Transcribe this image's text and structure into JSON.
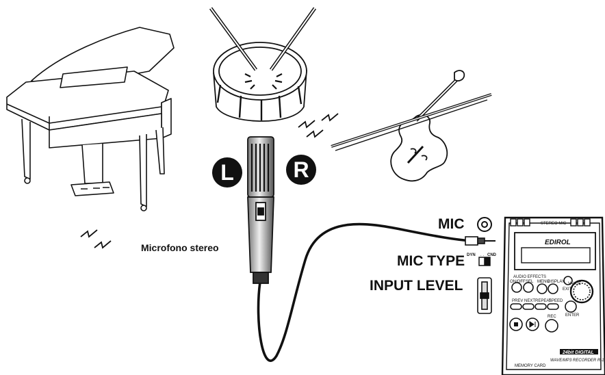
{
  "labels": {
    "mic_caption": "Microfono stereo",
    "mic": "MIC",
    "mic_type": "MIC TYPE",
    "input_level": "INPUT LEVEL",
    "left": "L",
    "right": "R",
    "dyn": "DYN",
    "cnd": "CND"
  },
  "recorder": {
    "header": "STEREO MIC",
    "brand": "EDIROL",
    "audio_effects": "AUDIO EFFECTS",
    "btn_on_off": "ON/OFF",
    "btn_sel": "SEL",
    "btn_menu": "MENU",
    "btn_display": "DISPLAY",
    "btn_value": "VALUE",
    "btn_exit": "EXIT",
    "btn_enter": "ENTER",
    "btn_prev": "PREV",
    "btn_next": "NEXT",
    "btn_repeat": "REPEAT",
    "btn_speed": "SPEED",
    "btn_rec": "REC",
    "memory_card": "MEMORY CARD",
    "model_line1": "24bit DIGITAL",
    "model_line2": "WAVE/MP3 RECORDER R-1"
  }
}
